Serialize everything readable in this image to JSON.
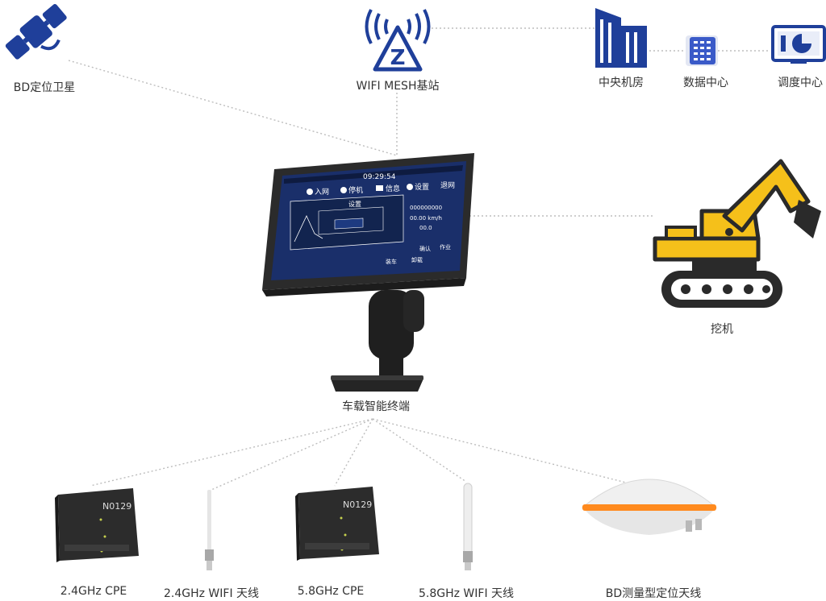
{
  "nodes": {
    "satellite": "BD定位卫星",
    "mesh": "WIFI MESH基站",
    "central_room": "中央机房",
    "data_center": "数据中心",
    "dispatch_center": "调度中心",
    "terminal": "车载智能终端",
    "excavator": "挖机",
    "cpe24": "2.4GHz CPE",
    "wifi24": "2.4GHz WIFI 天线",
    "cpe58": "5.8GHz CPE",
    "wifi58": "5.8GHz WIFI 天线",
    "bd_antenna": "BD测量型定位天线"
  },
  "device_labels": {
    "cpe_model": "N0129"
  },
  "screen": {
    "time": "09:29:54",
    "menu_in": "入网",
    "menu_stop": "停机",
    "menu_msg": "信息",
    "menu_set": "设置",
    "menu_exit": "退网",
    "dialog_title": "设置",
    "num_1": "000000000",
    "num_2": "00.00 km/h",
    "num_3": "00.0",
    "btn_1": "确认",
    "btn_2": "作业",
    "btn_3": "装车",
    "btn_4": "卸载"
  },
  "colors": {
    "icon_blue": "#1f3f9a",
    "excavator_yellow": "#f5c01a",
    "line_gray": "#bdbdbd",
    "antenna_orange": "#ff8a1e"
  }
}
